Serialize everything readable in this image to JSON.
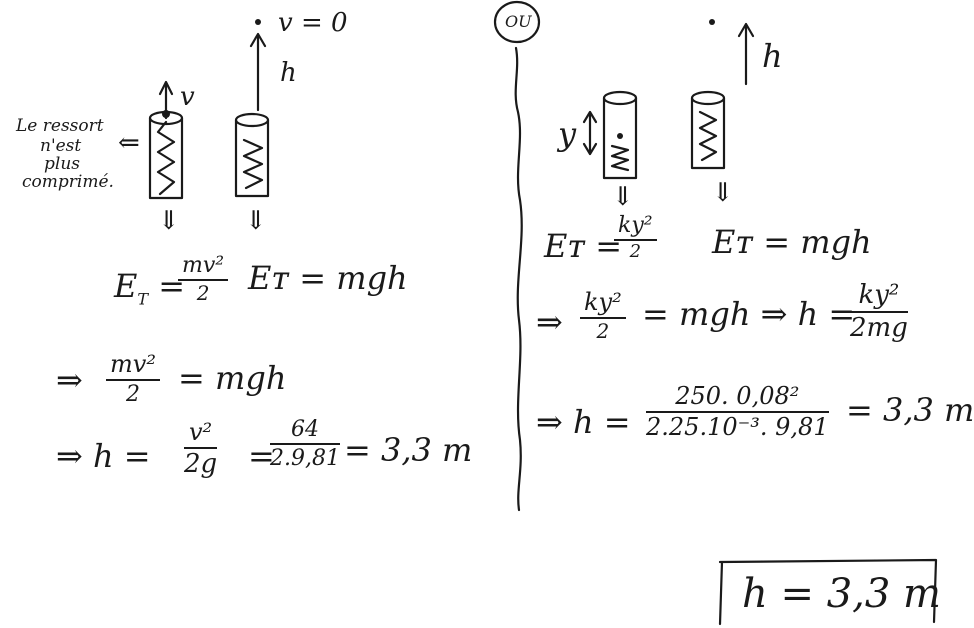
{
  "left": {
    "v_zero_label": "v = 0",
    "v_label": "v",
    "h_label": "h",
    "note_lines": [
      "Le ressort",
      "n'est",
      "plus",
      "comprimé."
    ],
    "note_arrow": "⇐",
    "down_arrow": "⇓",
    "eq1_lhs": "E",
    "eq1_sub": "T",
    "eq1_num": "mv²",
    "eq1_den": "2",
    "eq2": "Eᴛ = mgh",
    "step1_prefix": "⇒",
    "step1_num": "mv²",
    "step1_den": "2",
    "step1_rhs": "= mgh",
    "step2_prefix": "⇒  h =",
    "step2_num": "v²",
    "step2_den": "2g",
    "step2_mid": "=",
    "step2_num2": "64",
    "step2_den2": "2.9,81",
    "step2_result": "= 3,3 m"
  },
  "center": {
    "ou_label": "OU"
  },
  "right": {
    "y_label": "y",
    "h_label": "h",
    "down_arrow": "⇓",
    "eq1_lhs": "Eᴛ =",
    "eq1_num": "ky²",
    "eq1_den": "2",
    "eq2": "Eᴛ = mgh",
    "step1_prefix": "⇒",
    "step1_num": "ky²",
    "step1_den": "2",
    "step1_mid": "= mgh  ⇒  h =",
    "step1_num2": "ky²",
    "step1_den2": "2mg",
    "step2_prefix": "⇒  h =",
    "step2_num": "250. 0,08²",
    "step2_den": "2.25.10⁻³. 9,81",
    "step2_result": "= 3,3 m",
    "answer": "h = 3,3 m"
  }
}
